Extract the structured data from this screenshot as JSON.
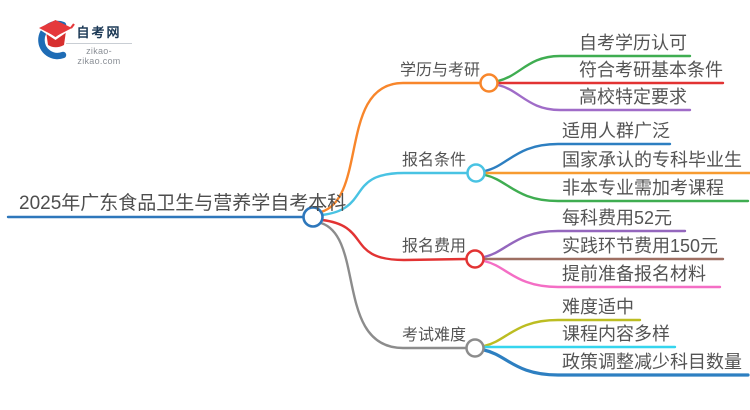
{
  "logo": {
    "title": "自考网",
    "domain": "zikao-zikao.com",
    "icon": "graduation-cap-crescent-icon",
    "colors": {
      "crescent": "#1e6cb5",
      "cap": "#e5393c",
      "cap_dark": "#d7302f",
      "title_text": "#1c3956"
    }
  },
  "mindmap": {
    "root": {
      "label": "2025年广东食品卫生与营养学自考本科",
      "color": "#2e77bb"
    },
    "branches": [
      {
        "label": "学历与考研",
        "color": "#f8862b",
        "children": [
          {
            "label": "自考学历认可",
            "color": "#3fad51"
          },
          {
            "label": "符合考研基本条件",
            "color": "#e23333"
          },
          {
            "label": "高校特定要求",
            "color": "#a06cc8"
          }
        ]
      },
      {
        "label": "报名条件",
        "color": "#49c3e3",
        "children": [
          {
            "label": "适用人群广泛",
            "color": "#2d7fc1"
          },
          {
            "label": "国家承认的专科毕业生",
            "color": "#f79b30"
          },
          {
            "label": "非本专业需加考课程",
            "color": "#3fad51"
          }
        ]
      },
      {
        "label": "报名费用",
        "color": "#e23333",
        "children": [
          {
            "label": "每科费用52元",
            "color": "#9467bd"
          },
          {
            "label": "实践环节费用150元",
            "color": "#9e6f62"
          },
          {
            "label": "提前准备报名材料",
            "color": "#f46ec5"
          }
        ]
      },
      {
        "label": "考试难度",
        "color": "#8c8c8c",
        "children": [
          {
            "label": "难度适中",
            "color": "#bcbd22"
          },
          {
            "label": "课程内容多样",
            "color": "#35d5ee"
          },
          {
            "label": "政策调整减少科目数量",
            "color": "#2d7fc1"
          }
        ]
      }
    ]
  }
}
